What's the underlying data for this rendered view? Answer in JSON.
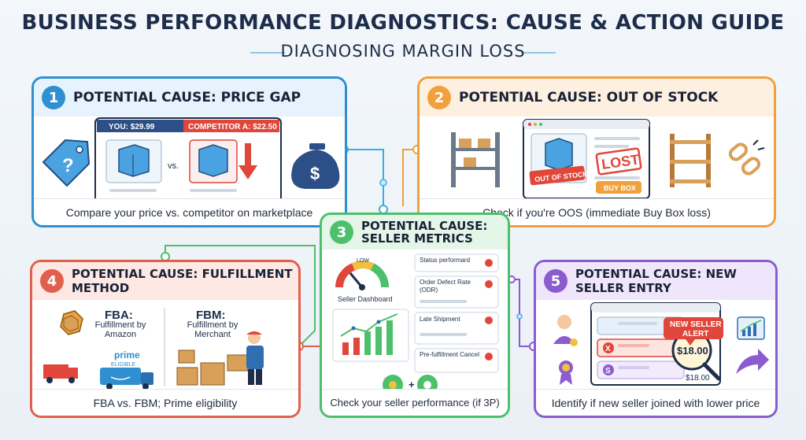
{
  "header": {
    "title": "BUSINESS PERFORMANCE DIAGNOSTICS: CAUSE & ACTION GUIDE",
    "subtitle": "DIAGNOSING MARGIN LOSS"
  },
  "colors": {
    "blue": "#2f8fd0",
    "orange": "#f0a03c",
    "green": "#4cc06a",
    "red": "#e0604c",
    "purple": "#8a5cd0",
    "navy": "#1d2d4a"
  },
  "cards": {
    "c1": {
      "number": "1",
      "title": "POTENTIAL CAUSE: PRICE GAP",
      "you_label": "YOU: $29.99",
      "competitor_label": "COMPETITOR A: $22.50",
      "vs": "vs.",
      "question_mark": "?",
      "dollar": "$",
      "footer": "Compare your price vs. competitor on marketplace"
    },
    "c2": {
      "number": "2",
      "title": "POTENTIAL CAUSE: OUT OF STOCK",
      "out_of_stock_stamp": "OUT OF STOCK",
      "lost_stamp": "LOST",
      "buy_box": "BUY BOX",
      "footer": "Check if you're OOS (immediate Buy Box loss)"
    },
    "c3": {
      "number": "3",
      "title_line1": "POTENTIAL CAUSE:",
      "title_line2": "SELLER METRICS",
      "gauge_low_left": "LOW",
      "gauge_low_right": "LOW",
      "dashboard_label": "Seller Dashboard",
      "metrics": [
        "Status performard",
        "Order Defect Rate (ODR)",
        "Late Shipment",
        "Pre-fulfillment Cancel"
      ],
      "plus": "+",
      "footer": "Check your seller performance (if 3P)"
    },
    "c4": {
      "number": "4",
      "title": "POTENTIAL CAUSE: FULFILLMENT METHOD",
      "fba_title": "FBA:",
      "fba_desc": "Fulfillment by Amazon",
      "prime": "prime",
      "prime_eligible": "ELIGIBLE",
      "fbm_title": "FBM:",
      "fbm_desc": "Fulfillment by Merchant",
      "footer": "FBA vs. FBM; Prime eligibility"
    },
    "c5": {
      "number": "5",
      "title": "POTENTIAL CAUSE: NEW SELLER ENTRY",
      "alert_line1": "NEW SELLER",
      "alert_line2": "ALERT",
      "price_big": "$18.00",
      "price_small": "$18.00",
      "row_x": "X",
      "row_s": "S",
      "footer": "Identify if new seller joined with lower price"
    }
  }
}
